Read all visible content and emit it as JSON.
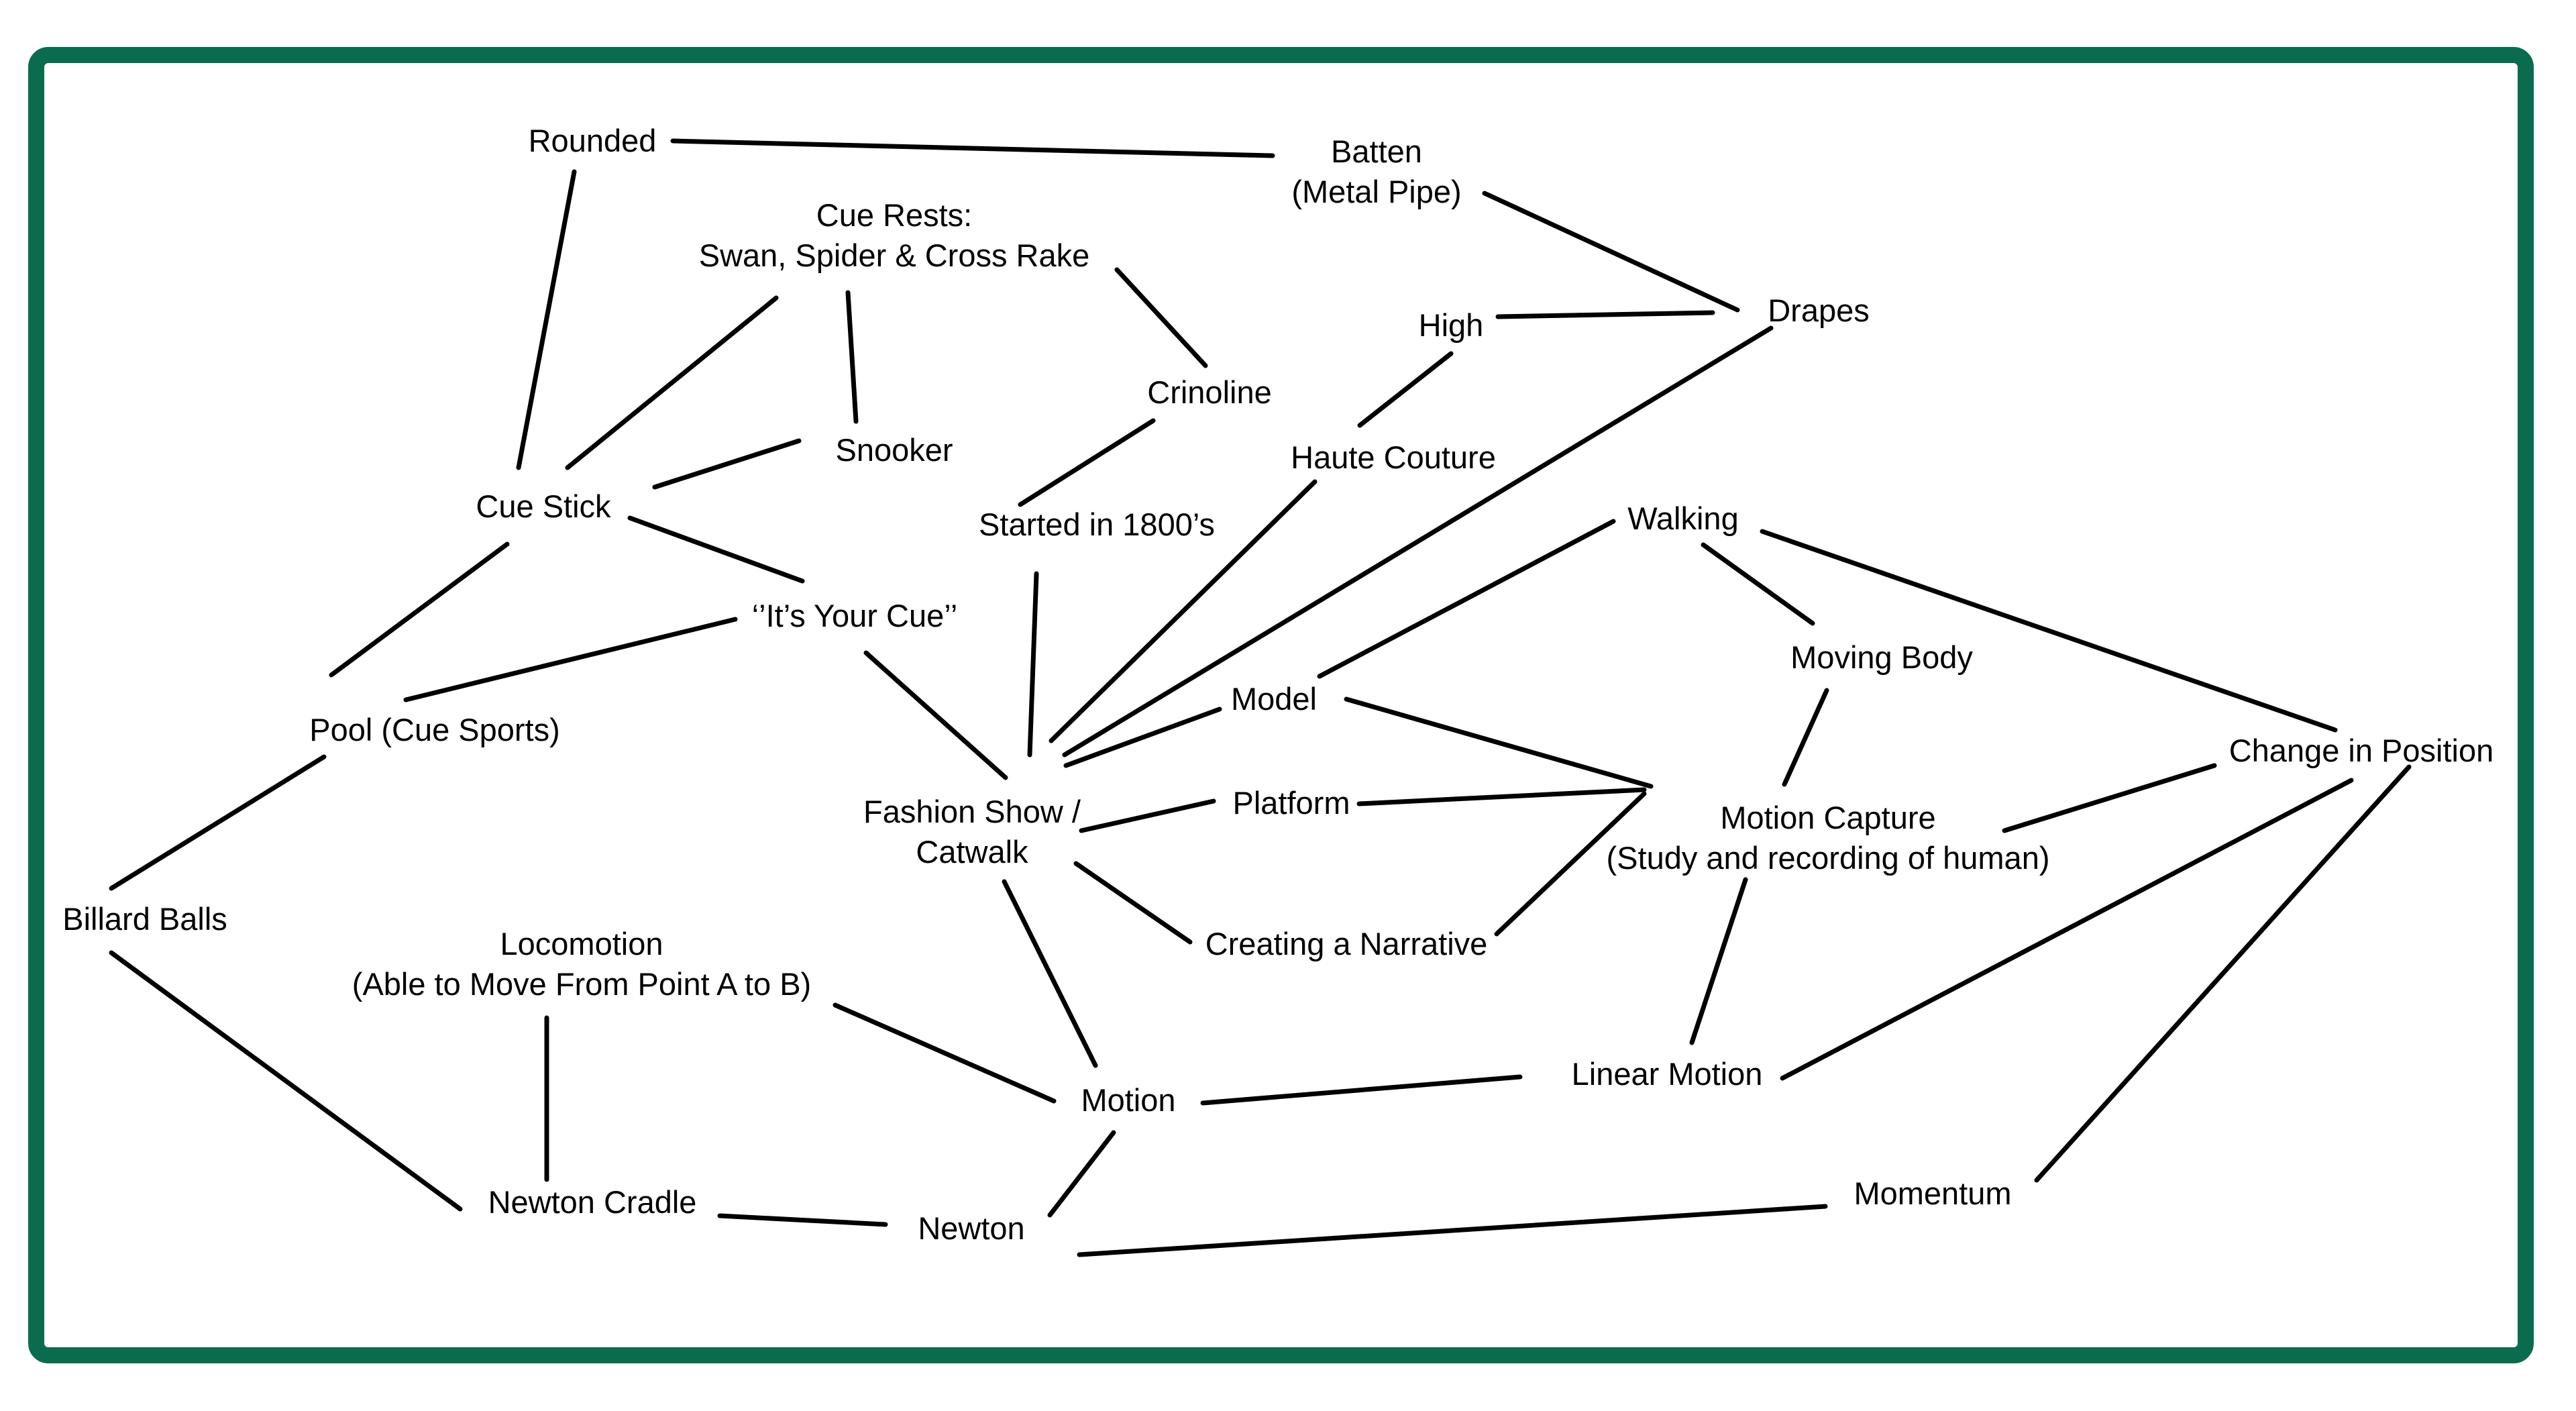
{
  "diagram": {
    "frame_color": "#0b6b4e",
    "line_color": "#000000",
    "nodes": {
      "rounded": {
        "lines": [
          "Rounded"
        ]
      },
      "batten": {
        "lines": [
          "Batten",
          "(Metal Pipe)"
        ]
      },
      "cue_rests": {
        "lines": [
          "Cue Rests:",
          "Swan, Spider & Cross Rake"
        ]
      },
      "drapes": {
        "lines": [
          "Drapes"
        ]
      },
      "high": {
        "lines": [
          "High"
        ]
      },
      "crinoline": {
        "lines": [
          "Crinoline"
        ]
      },
      "snooker": {
        "lines": [
          "Snooker"
        ]
      },
      "haute_couture": {
        "lines": [
          "Haute Couture"
        ]
      },
      "cue_stick": {
        "lines": [
          "Cue Stick"
        ]
      },
      "started_1800s": {
        "lines": [
          "Started in 1800’s"
        ]
      },
      "walking": {
        "lines": [
          "Walking"
        ]
      },
      "its_your_cue": {
        "lines": [
          "‘’It’s Your Cue’’"
        ]
      },
      "moving_body": {
        "lines": [
          "Moving Body"
        ]
      },
      "model": {
        "lines": [
          "Model"
        ]
      },
      "pool": {
        "lines": [
          "Pool (Cue Sports)"
        ]
      },
      "change_in_position": {
        "lines": [
          "Change in Position"
        ]
      },
      "platform": {
        "lines": [
          "Platform"
        ]
      },
      "fashion_show": {
        "lines": [
          "Fashion Show /",
          "Catwalk"
        ]
      },
      "motion_capture": {
        "lines": [
          "Motion Capture",
          "(Study and recording of human)"
        ]
      },
      "billard_balls": {
        "lines": [
          "Billard Balls"
        ]
      },
      "locomotion": {
        "lines": [
          "Locomotion",
          "(Able to Move From Point A to B)"
        ]
      },
      "creating_narrative": {
        "lines": [
          "Creating a Narrative"
        ]
      },
      "linear_motion": {
        "lines": [
          "Linear Motion"
        ]
      },
      "motion": {
        "lines": [
          "Motion"
        ]
      },
      "momentum": {
        "lines": [
          "Momentum"
        ]
      },
      "newton_cradle": {
        "lines": [
          "Newton Cradle"
        ]
      },
      "newton": {
        "lines": [
          "Newton"
        ]
      }
    },
    "edges": [
      [
        "rounded",
        "batten"
      ],
      [
        "rounded",
        "cue_stick"
      ],
      [
        "batten",
        "drapes"
      ],
      [
        "high",
        "drapes"
      ],
      [
        "high",
        "haute_couture"
      ],
      [
        "drapes",
        "fashion_show"
      ],
      [
        "cue_rests",
        "cue_stick"
      ],
      [
        "cue_rests",
        "snooker"
      ],
      [
        "cue_rests",
        "crinoline"
      ],
      [
        "crinoline",
        "started_1800s"
      ],
      [
        "started_1800s",
        "fashion_show"
      ],
      [
        "haute_couture",
        "fashion_show"
      ],
      [
        "snooker",
        "cue_stick"
      ],
      [
        "cue_stick",
        "its_your_cue"
      ],
      [
        "cue_stick",
        "pool"
      ],
      [
        "its_your_cue",
        "pool"
      ],
      [
        "its_your_cue",
        "fashion_show"
      ],
      [
        "pool",
        "billard_balls"
      ],
      [
        "billard_balls",
        "newton_cradle"
      ],
      [
        "walking",
        "model"
      ],
      [
        "walking",
        "moving_body"
      ],
      [
        "walking",
        "change_in_position"
      ],
      [
        "model",
        "fashion_show"
      ],
      [
        "model",
        "motion_capture"
      ],
      [
        "moving_body",
        "motion_capture"
      ],
      [
        "fashion_show",
        "platform"
      ],
      [
        "fashion_show",
        "creating_narrative"
      ],
      [
        "fashion_show",
        "motion"
      ],
      [
        "platform",
        "motion_capture"
      ],
      [
        "creating_narrative",
        "motion_capture"
      ],
      [
        "change_in_position",
        "motion_capture"
      ],
      [
        "change_in_position",
        "linear_motion"
      ],
      [
        "change_in_position",
        "momentum"
      ],
      [
        "motion_capture",
        "linear_motion"
      ],
      [
        "linear_motion",
        "motion"
      ],
      [
        "locomotion",
        "motion"
      ],
      [
        "locomotion",
        "newton_cradle"
      ],
      [
        "motion",
        "newton"
      ],
      [
        "newton_cradle",
        "newton"
      ],
      [
        "newton",
        "momentum"
      ]
    ]
  }
}
